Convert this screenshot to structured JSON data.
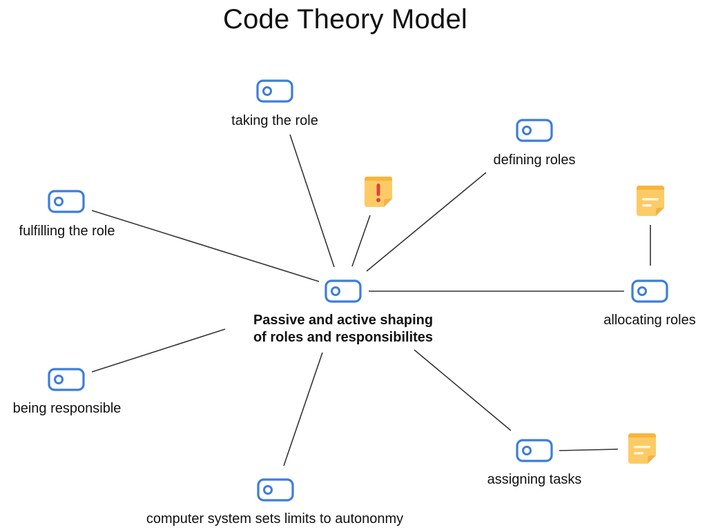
{
  "title": "Code Theory Model",
  "colors": {
    "code_icon": "#3b7ddd",
    "memo_body": "#fdcb65",
    "memo_top": "#f7b53c",
    "memo_alert": "#d9443f",
    "memo_lines": "#fff6e0",
    "edge": "#333333"
  },
  "central_node": {
    "id": "central",
    "icon": "code-icon",
    "label_line1": "Passive and active shaping",
    "label_line2": "of roles and responsibilites"
  },
  "nodes": [
    {
      "id": "taking",
      "icon": "code-icon",
      "label": "taking the role"
    },
    {
      "id": "defining",
      "icon": "code-icon",
      "label": "defining roles"
    },
    {
      "id": "fulfilling",
      "icon": "code-icon",
      "label": "fulfilling the role"
    },
    {
      "id": "allocating",
      "icon": "code-icon",
      "label": "allocating roles"
    },
    {
      "id": "being",
      "icon": "code-icon",
      "label": "being responsible"
    },
    {
      "id": "assigning",
      "icon": "code-icon",
      "label": "assigning tasks"
    },
    {
      "id": "computer",
      "icon": "code-icon",
      "label": "computer system sets limits to autononmy"
    }
  ],
  "memos": [
    {
      "id": "memo-alert",
      "icon": "memo-alert-icon",
      "linked_to": "central"
    },
    {
      "id": "memo-allocating",
      "icon": "memo-note-icon",
      "linked_to": "allocating"
    },
    {
      "id": "memo-assigning",
      "icon": "memo-note-icon",
      "linked_to": "assigning"
    }
  ],
  "edges": [
    {
      "from": "central",
      "to": "taking"
    },
    {
      "from": "central",
      "to": "memo-alert"
    },
    {
      "from": "central",
      "to": "defining"
    },
    {
      "from": "central",
      "to": "fulfilling"
    },
    {
      "from": "central",
      "to": "allocating"
    },
    {
      "from": "allocating",
      "to": "memo-allocating"
    },
    {
      "from": "central",
      "to": "being"
    },
    {
      "from": "central",
      "to": "computer"
    },
    {
      "from": "central",
      "to": "assigning"
    },
    {
      "from": "assigning",
      "to": "memo-assigning"
    }
  ]
}
